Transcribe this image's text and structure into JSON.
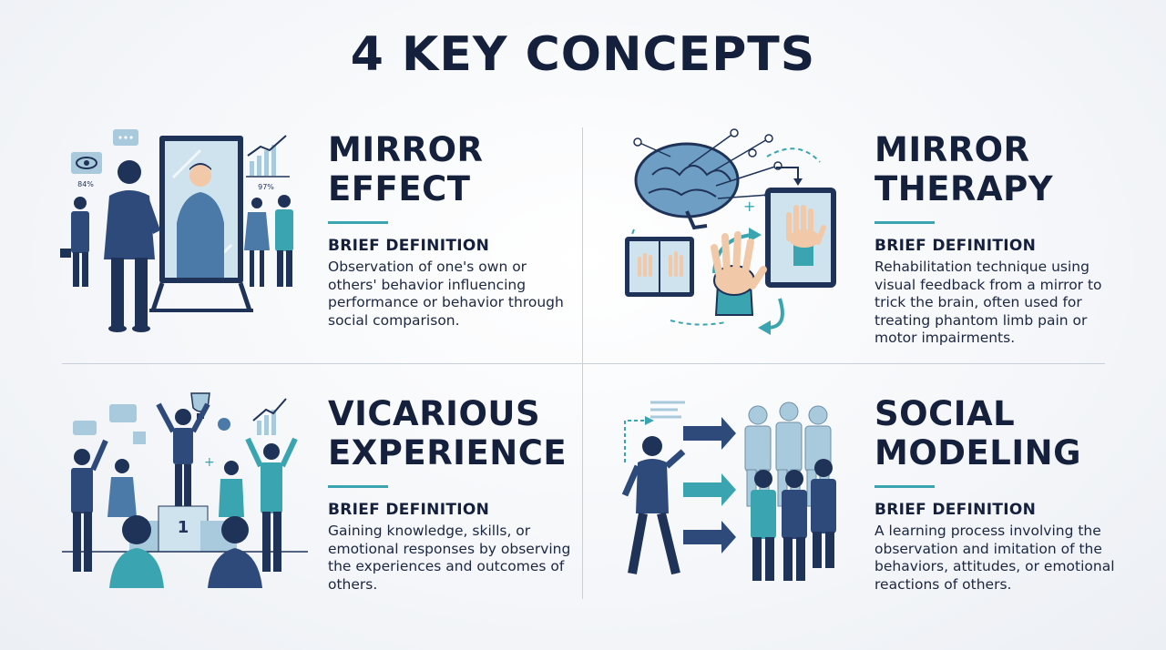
{
  "page": {
    "title": "4 KEY CONCEPTS"
  },
  "colors": {
    "navy": "#1f3358",
    "teal": "#3aa5b0",
    "light_blue": "#a9c9dc",
    "accent": "#3aa5b0"
  },
  "concepts": [
    {
      "heading_line1": "MIRROR",
      "heading_line2": "EFFECT",
      "label": "BRIEF DEFINITION",
      "description": "Observation of one's own or others' behavior influencing performance or behavior through social comparison.",
      "illustration": {
        "icon": "mirror-people-illustration",
        "stat_left": "84%",
        "stat_right": "97%"
      }
    },
    {
      "heading_line1": "MIRROR",
      "heading_line2": "THERAPY",
      "label": "BRIEF DEFINITION",
      "description": "Rehabilitation technique using visual feedback from a mirror to trick the brain, often used for treating phantom limb pain or motor impairments.",
      "illustration": {
        "icon": "brain-hand-mirror-illustration"
      }
    },
    {
      "heading_line1": "VICARIOUS",
      "heading_line2": "EXPERIENCE",
      "label": "BRIEF DEFINITION",
      "description": "Gaining knowledge, skills, or emotional responses by observing the experiences and outcomes of others.",
      "illustration": {
        "icon": "podium-celebration-illustration",
        "podium_number": "1"
      }
    },
    {
      "heading_line1": "SOCIAL",
      "heading_line2": "MODELING",
      "label": "BRIEF DEFINITION",
      "description": "A learning process involving the observation and imitation of the behaviors, attitudes, or emotional reactions of others.",
      "illustration": {
        "icon": "group-imitation-illustration"
      }
    }
  ]
}
